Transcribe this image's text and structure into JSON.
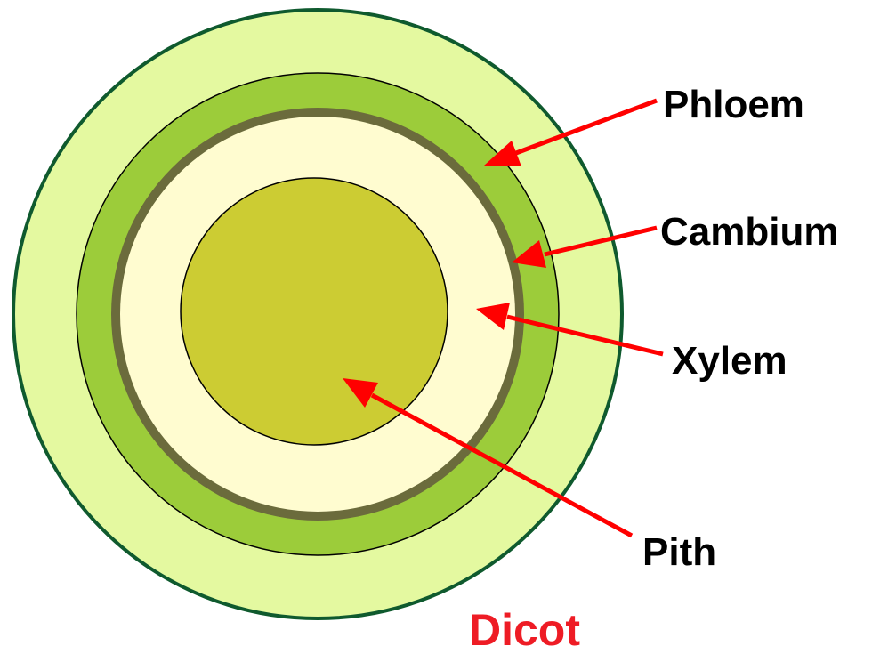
{
  "diagram": {
    "title": "Dicot",
    "labels": {
      "phloem": "Phloem",
      "cambium": "Cambium",
      "xylem": "Xylem",
      "pith": "Pith"
    },
    "colors": {
      "outer_ring": "#e4f9a0",
      "outer_border": "#0f5a2e",
      "phloem": "#9ccc3a",
      "cambium": "#6b6b3c",
      "xylem": "#fffcd0",
      "pith": "#cccc33",
      "arrow": "#ff0000",
      "title": "#ee1c25",
      "label": "#000000"
    }
  }
}
